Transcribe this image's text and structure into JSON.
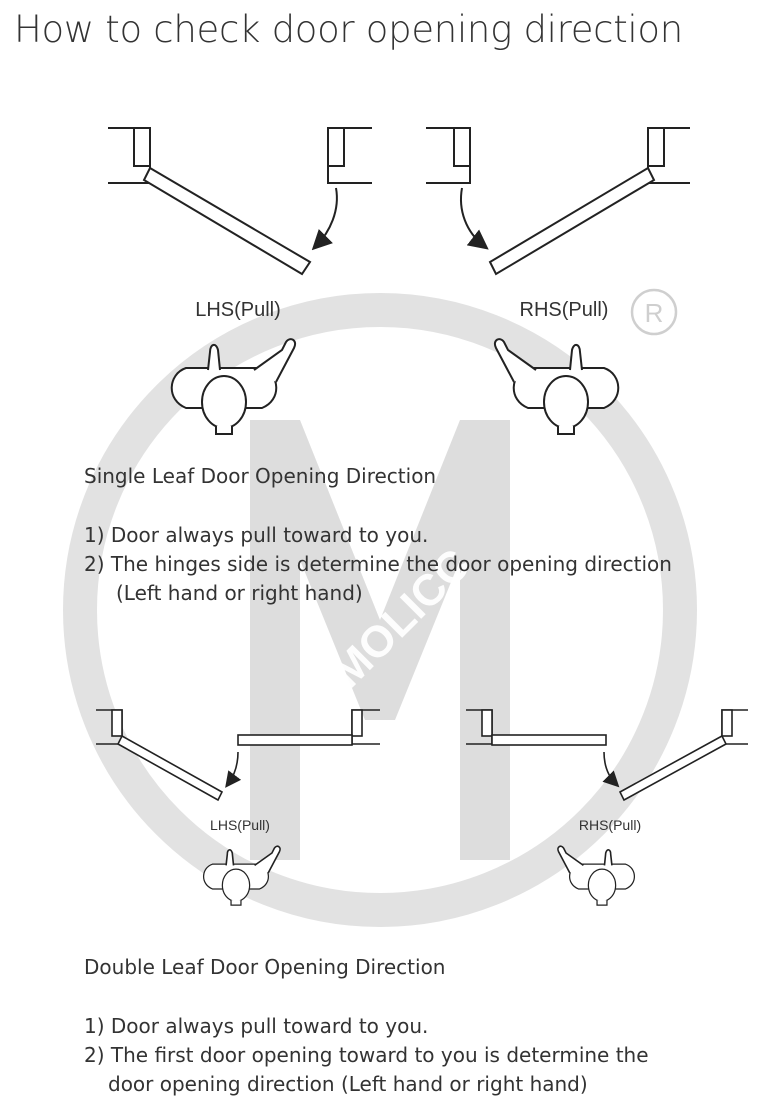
{
  "title": "How to check door opening direction",
  "watermark": {
    "text": "MOLICC",
    "color": "#d6d6d6"
  },
  "single_leaf": {
    "label_left": "LHS(Pull)",
    "label_right": "RHS(Pull)",
    "heading": "Single Leaf Door Opening Direction",
    "notes": [
      "1) Door always pull toward to you.",
      "2) The hinges side is determine the door opening direction",
      "(Left hand or right hand)"
    ]
  },
  "double_leaf": {
    "label_left": "LHS(Pull)",
    "label_right": "RHS(Pull)",
    "heading": "Double Leaf Door Opening Direction",
    "notes": [
      "1) Door always pull toward to you.",
      "2) The first door opening toward to you is determine the",
      "door opening direction (Left hand or right hand)"
    ]
  }
}
